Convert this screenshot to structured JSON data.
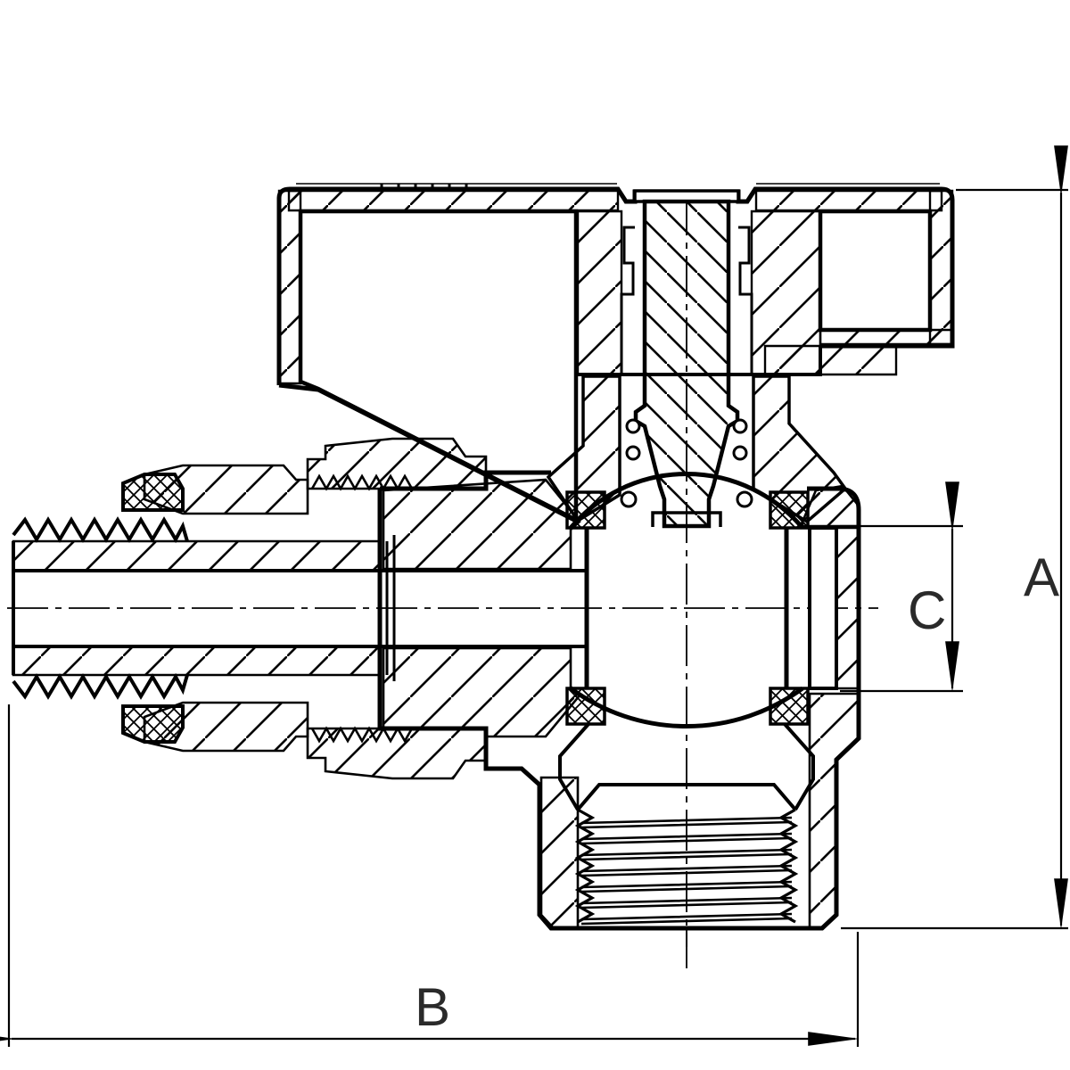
{
  "drawing": {
    "title": "Angle ball valve cross-section technical drawing",
    "type": "engineering-section-view",
    "line_color": "#000000",
    "background_color": "#ffffff",
    "dimensions": {
      "height_label": "A",
      "width_label": "B",
      "outlet_label": "C"
    },
    "features": [
      "lever handle section (top)",
      "valve stem with hatching",
      "compression union nut and olive (left)",
      "male threaded tailpiece (left)",
      "ball with vertical bore",
      "ptfe seats (cross-hatched)",
      "female threaded bottom port",
      "centerlines dash-dot"
    ]
  }
}
